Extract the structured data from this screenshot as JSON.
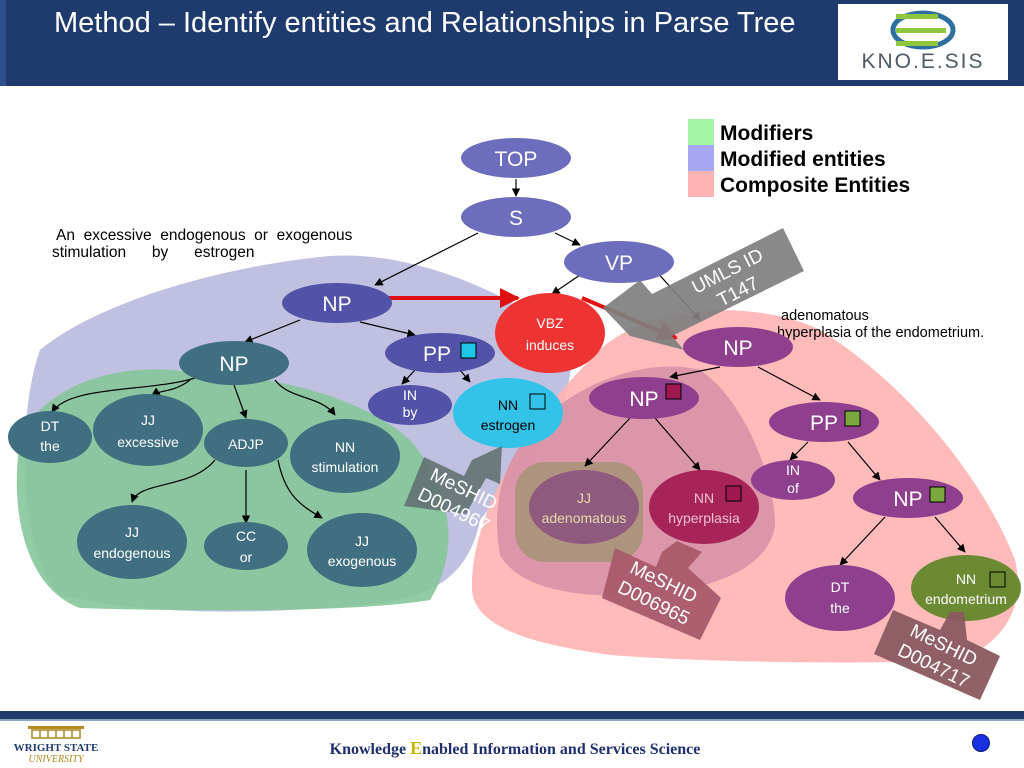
{
  "title": "Method – Identify entities and Relationships in Parse Tree",
  "logo": {
    "text": "KNO.E.SIS",
    "icon": "knoesis-e-logo"
  },
  "legend": [
    {
      "label": "Modifiers",
      "color": "#a6f5a6"
    },
    {
      "label": "Modified entities",
      "color": "#a7a7f2"
    },
    {
      "label": "Composite Entities",
      "color": "#ffb3b3"
    }
  ],
  "sentence": {
    "part1": "An  excessive  endogenous  or  exogenous",
    "part2": "stimulation      by      estrogen",
    "part3": "adenomatous",
    "part4": "hyperplasia of the endometrium."
  },
  "nodes": {
    "top": "TOP",
    "s": "S",
    "vp": "VP",
    "np_left": "NP",
    "np_mod": "NP",
    "pp_by": "PP",
    "in_by": {
      "tag": "IN",
      "word": "by"
    },
    "nn_estrogen": {
      "tag": "NN",
      "word": "estrogen"
    },
    "dt_the1": {
      "tag": "DT",
      "word": "the"
    },
    "jj_excessive": {
      "tag": "JJ",
      "word": "excessive"
    },
    "adjp": "ADJP",
    "nn_stimulation": {
      "tag": "NN",
      "word": "stimulation"
    },
    "jj_endogenous": {
      "tag": "JJ",
      "word": "endogenous"
    },
    "cc_or": {
      "tag": "CC",
      "word": "or"
    },
    "jj_exogenous": {
      "tag": "JJ",
      "word": "exogenous"
    },
    "vbz": {
      "tag": "VBZ",
      "word": "induces"
    },
    "np_right": "NP",
    "np_hyper": "NP",
    "pp_of": "PP",
    "jj_adenomatous": {
      "tag": "JJ",
      "word": "adenomatous"
    },
    "nn_hyperplasia": {
      "tag": "NN",
      "word": "hyperplasia"
    },
    "in_of": {
      "tag": "IN",
      "word": "of"
    },
    "np_endo": "NP",
    "dt_the2": {
      "tag": "DT",
      "word": "the"
    },
    "nn_endometrium": {
      "tag": "NN",
      "word": "endometrium"
    }
  },
  "callouts": {
    "umls": {
      "line1": "UMLS ID",
      "line2": "T147"
    },
    "mesh_estrogen": {
      "line1": "MeSHID",
      "line2": "D004967"
    },
    "mesh_hyperplasia": {
      "line1": "MeSHID",
      "line2": "D006965"
    },
    "mesh_endometrium": {
      "line1": "MeSHID",
      "line2": "D004717"
    }
  },
  "footer": {
    "text_before": "Knowledge ",
    "text_e": "E",
    "text_after": "nabled Information and Services Science",
    "university": "WRIGHT STATE",
    "university_sub": "UNIVERSITY"
  }
}
